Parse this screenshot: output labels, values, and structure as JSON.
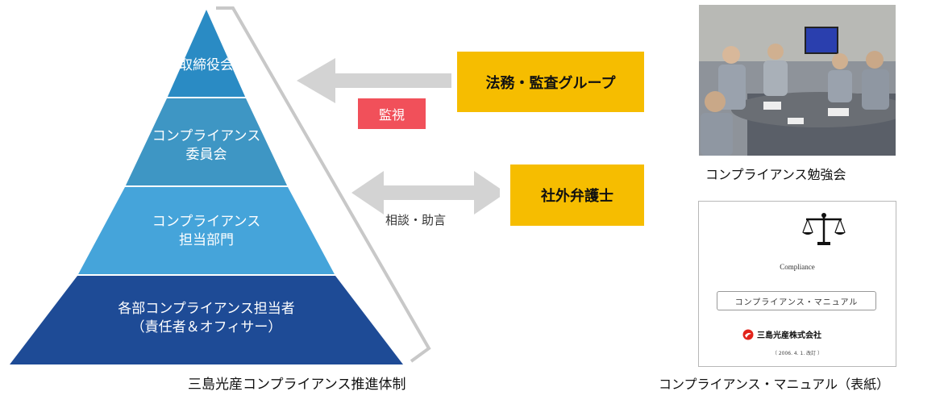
{
  "pyramid": {
    "tiers": [
      {
        "label": "取締役会",
        "color": "#2a8bc4"
      },
      {
        "label": "コンプライアンス\n委員会",
        "color": "#3d95c2"
      },
      {
        "label": "コンプライアンス\n担当部門",
        "color": "#43a0d6"
      },
      {
        "label": "各部コンプライアンス担当者\n（責任者＆オフィサー）",
        "color": "#1f4a94"
      }
    ],
    "caption": "三島光産コンプライアンス推進体制"
  },
  "boxes": {
    "legal_audit": "法務・監査グループ",
    "lawyer": "社外弁護士",
    "monitor_tag": "監視",
    "consult_label": "相談・助言"
  },
  "right_panel": {
    "photo_caption": "コンプライアンス勉強会",
    "manual_caption": "コンプライアンス・マニュアル（表紙）",
    "manual": {
      "title_en": "Compliance",
      "title_box": "コンプライアンス・マニュアル",
      "company": "三島光産株式会社",
      "date": "（ 2006. 4. 1. 改訂 ）"
    }
  },
  "colors": {
    "yellow": "#f6bd00",
    "red": "#f1505a",
    "arrow_gray": "#d3d3d3"
  }
}
